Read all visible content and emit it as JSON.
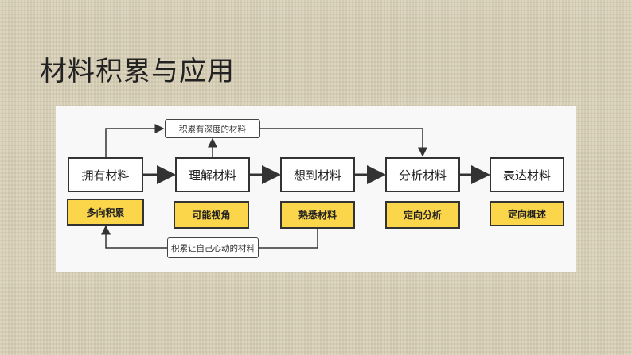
{
  "title": "材料积累与应用",
  "steps": [
    {
      "label": "拥有材料",
      "tag": "多向积累"
    },
    {
      "label": "理解材料",
      "tag": "可能视角"
    },
    {
      "label": "想到材料",
      "tag": "熟悉材料"
    },
    {
      "label": "分析材料",
      "tag": "定向分析"
    },
    {
      "label": "表达材料",
      "tag": "定向概述"
    }
  ],
  "top_note": "积累有深度的材料",
  "bottom_note": "积累让自己心动的材料"
}
